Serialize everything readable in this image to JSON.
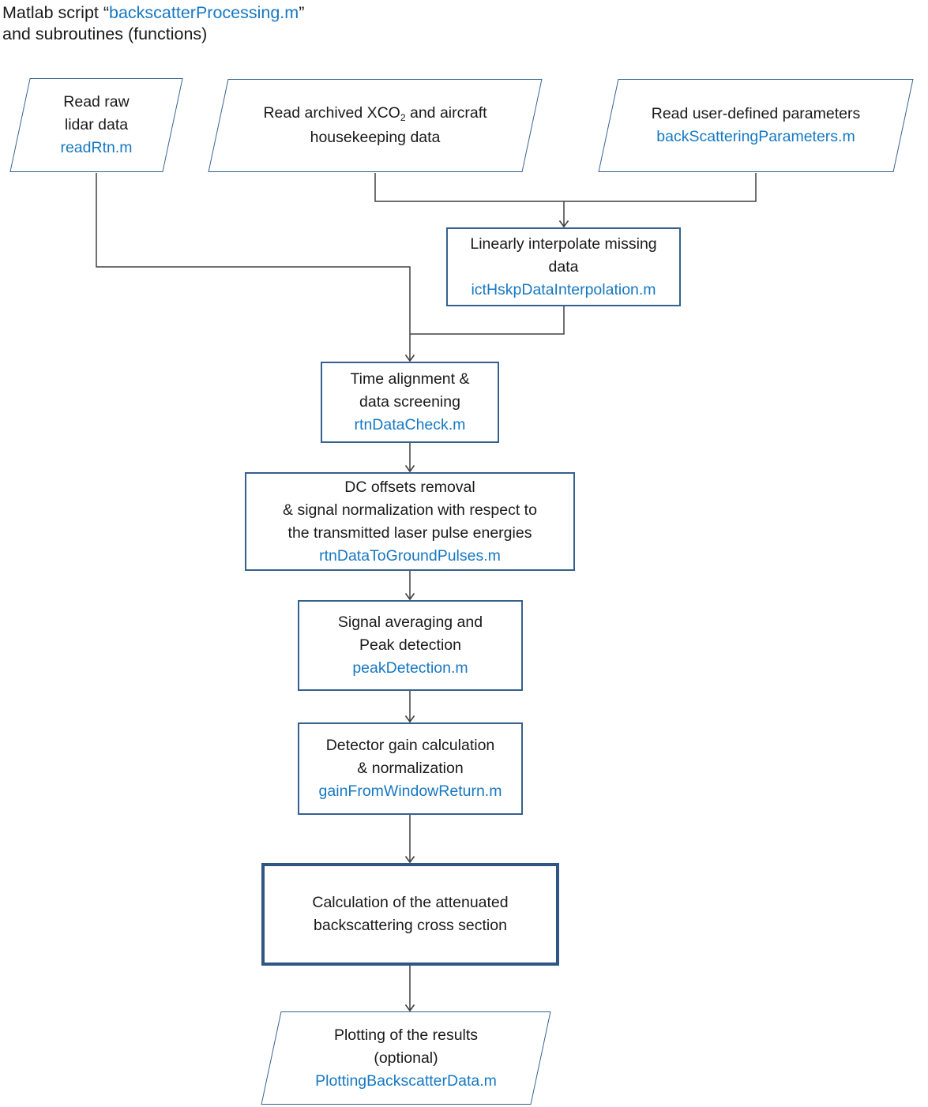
{
  "title": {
    "prefix": "Matlab script “",
    "script": "backscatterProcessing.m",
    "suffix": "”",
    "line2": "and subroutines (functions)"
  },
  "colors": {
    "script_blue": "#1778C2",
    "shape_border": "#35618F",
    "bold_border": "#2E5584",
    "line": "#404040"
  },
  "nodes": {
    "read_raw": {
      "lines": [
        "Read raw",
        "lidar data"
      ],
      "script": "readRtn.m"
    },
    "read_archived": {
      "line1_pre": "Read archived XCO",
      "line1_sub": "2",
      "line1_post": " and aircraft",
      "line2": "housekeeping data"
    },
    "read_params": {
      "lines": [
        "Read user-defined parameters"
      ],
      "script": "backScatteringParameters.m"
    },
    "interpolate": {
      "lines": [
        "Linearly interpolate missing",
        "data"
      ],
      "script": "ictHskpDataInterpolation.m"
    },
    "time_align": {
      "lines": [
        "Time alignment &",
        "data screening"
      ],
      "script": "rtnDataCheck.m"
    },
    "dc_offsets": {
      "lines": [
        "DC offsets removal",
        "& signal normalization with respect to",
        "the transmitted laser pulse energies"
      ],
      "script": "rtnDataToGroundPulses.m"
    },
    "peak": {
      "lines": [
        "Signal averaging and",
        "Peak detection"
      ],
      "script": "peakDetection.m"
    },
    "gain": {
      "lines": [
        "Detector gain calculation",
        "& normalization"
      ],
      "script": "gainFromWindowReturn.m"
    },
    "calc": {
      "lines": [
        "Calculation of the attenuated",
        "backscattering cross section"
      ]
    },
    "plot": {
      "lines": [
        "Plotting of the results",
        "(optional)"
      ],
      "script": "PlottingBackscatterData.m"
    }
  }
}
